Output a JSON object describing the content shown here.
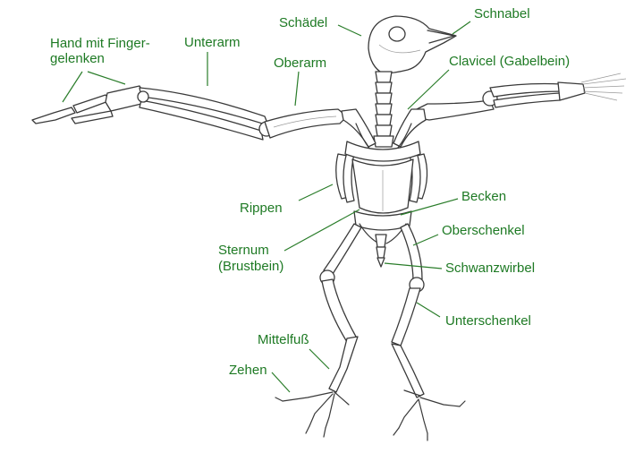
{
  "colors": {
    "label": "#1e7a24",
    "leader": "#2a7d2a",
    "bone_stroke": "#3a3a3a",
    "background": "#ffffff"
  },
  "labels": {
    "schaedel": "Schädel",
    "schnabel": "Schnabel",
    "hand_line1": "Hand mit Finger-",
    "hand_line2": "gelenken",
    "unterarm": "Unterarm",
    "oberarm": "Oberarm",
    "clavicel": "Clavicel (Gabelbein)",
    "rippen": "Rippen",
    "becken": "Becken",
    "oberschenkel": "Oberschenkel",
    "sternum_line1": "Sternum",
    "sternum_line2": "(Brustbein)",
    "schwanzwirbel": "Schwanzwirbel",
    "unterschenkel": "Unterschenkel",
    "mittelfuss": "Mittelfuß",
    "zehen": "Zehen"
  }
}
